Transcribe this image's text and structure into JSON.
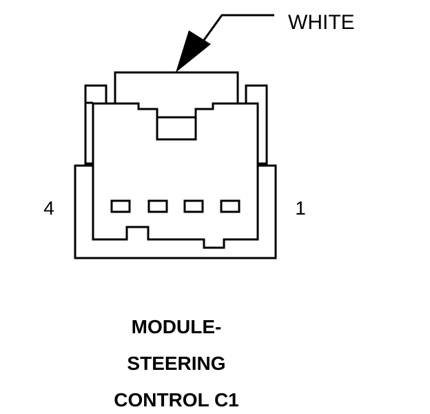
{
  "callout": {
    "label": "WHITE"
  },
  "pins": {
    "left": "4",
    "right": "1"
  },
  "title": {
    "lines": [
      "MODULE-",
      "STEERING",
      "CONTROL C1"
    ]
  },
  "colors": {
    "ink": "#000000",
    "background": "#ffffff"
  }
}
